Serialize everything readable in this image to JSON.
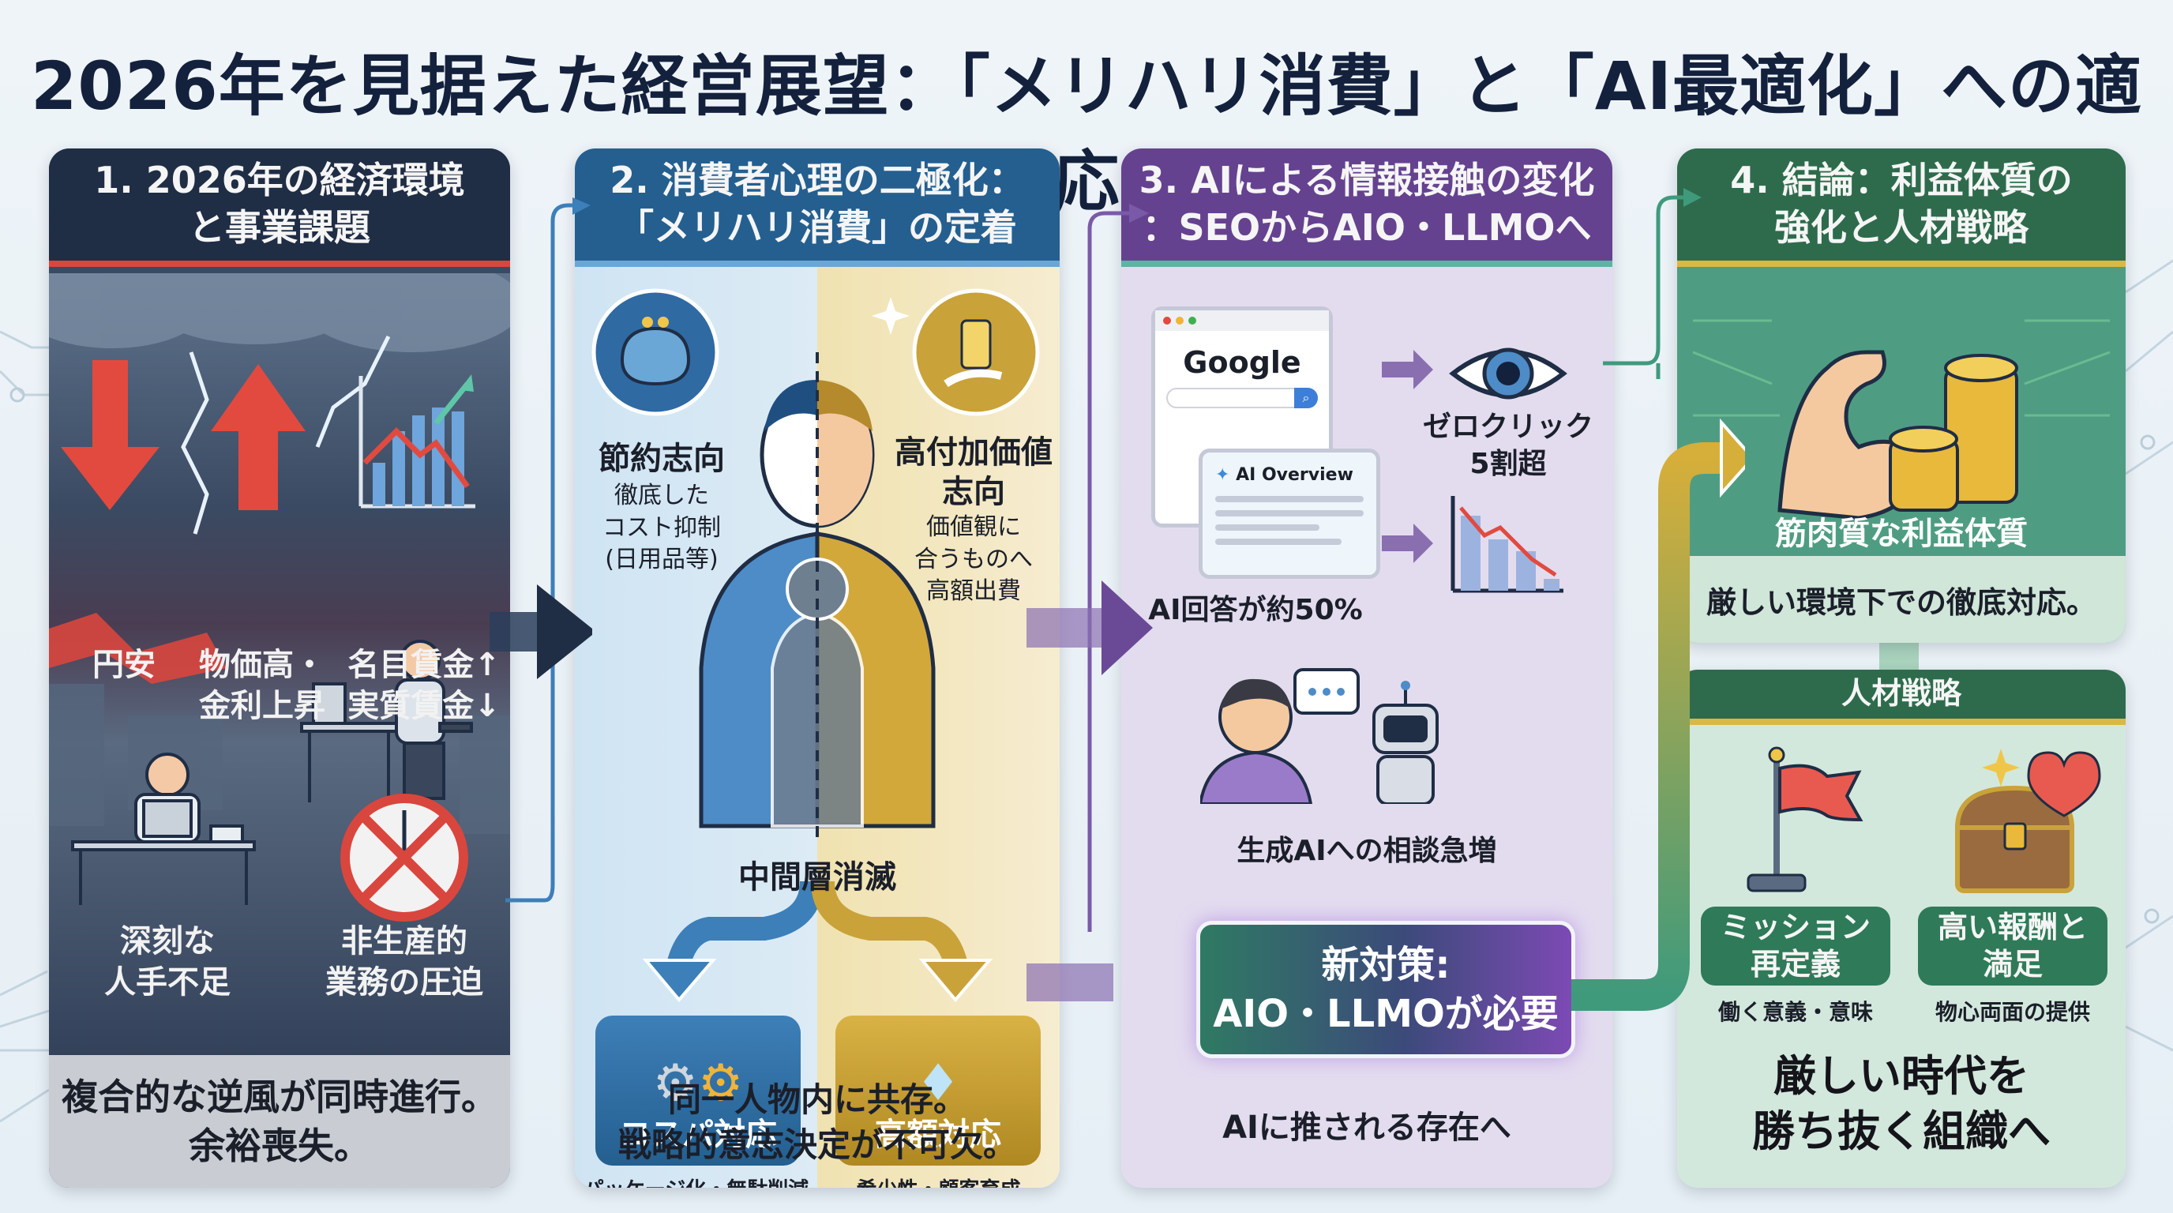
{
  "title": "2026年を見据えた経営展望：「メリハリ消費」と「AI最適化」への適応",
  "colors": {
    "panel1": "#1f2d45",
    "panel1_accent": "#d9463e",
    "panel2": "#245f8f",
    "panel2_gold": "#c9a23a",
    "panel3": "#65428f",
    "panel4": "#2e6b4c",
    "panel4_accent": "#d9b844"
  },
  "panel1": {
    "header": "1. 2026年の経済環境\nと事業課題",
    "items": [
      {
        "icon": "arrow-down-icon",
        "label": "円安"
      },
      {
        "icon": "arrow-up-icon",
        "label": "物価高・\n金利上昇"
      },
      {
        "icon": "wage-chart-icon",
        "label": "名目賃金↑\n実質賃金↓"
      }
    ],
    "issues": [
      {
        "icon": "worker-desk-icon",
        "label": "深刻な\n人手不足"
      },
      {
        "icon": "no-clock-icon",
        "label": "非生産的\n業務の圧迫"
      }
    ],
    "footer": "複合的な逆風が同時進行。\n余裕喪失。"
  },
  "panel2": {
    "header": "2. 消費者心理の二極化：\n「メリハリ消費」の定着",
    "left": {
      "icon": "purse-icon",
      "title": "節約志向",
      "desc": "徹底した\nコスト抑制\n(日用品等)"
    },
    "right": {
      "icon": "premium-product-icon",
      "title": "高付加価値\n志向",
      "desc": "価値観に\n合うものへ\n高額出費"
    },
    "middle": "中間層消滅",
    "boxes": [
      {
        "icon": "gears-icon",
        "label": "コスパ対応",
        "caption": "パッケージ化・無駄削減"
      },
      {
        "icon": "diamond-icon",
        "label": "高額対応",
        "caption": "希少性・顧客育成"
      }
    ],
    "footer": "同一人物内に共存。\n戦略的意志決定が不可欠。"
  },
  "panel3": {
    "header": "3. AIによる情報接触の変化\n：SEOからAIO・LLMOへ",
    "browser": {
      "brand": "Google",
      "overview_label": "AI Overview"
    },
    "ai_answer": "AI回答が約50%",
    "zero_click": "ゼロクリック\n5割超",
    "consult": "生成AIへの相談急増",
    "new_measure": "新対策:\nAIO・LLMOが必要",
    "footer": "AIに推される存在へ"
  },
  "panel4": {
    "header": "4. 結論：利益体質の\n強化と人材戦略",
    "muscle_label": "筋肉質な利益体質",
    "footer": "厳しい環境下での徹底対応。",
    "hr": {
      "header": "人材戦略",
      "items": [
        {
          "icon": "flag-icon",
          "label": "ミッション\n再定義",
          "caption": "働く意義・意味"
        },
        {
          "icon": "treasure-chest-icon",
          "label": "高い報酬と\n満足",
          "caption": "物心両面の提供"
        }
      ],
      "conclusion": "厳しい時代を\n勝ち抜く組織へ"
    }
  }
}
